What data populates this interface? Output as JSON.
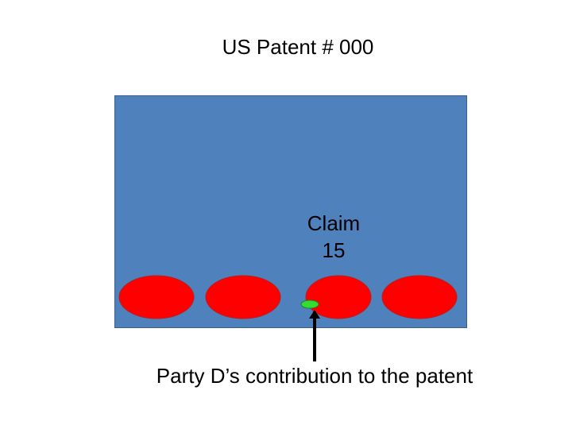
{
  "title": "US Patent # 000",
  "patent": {
    "color": "#4f81bd"
  },
  "claim_label": "Claim\n15",
  "claims": [
    {
      "color": "#ff0000"
    },
    {
      "color": "#ff0000"
    },
    {
      "color": "#ff0000"
    },
    {
      "color": "#ff0000"
    }
  ],
  "contribution": {
    "color": "#33dd33"
  },
  "caption": "Party D’s contribution to the patent"
}
